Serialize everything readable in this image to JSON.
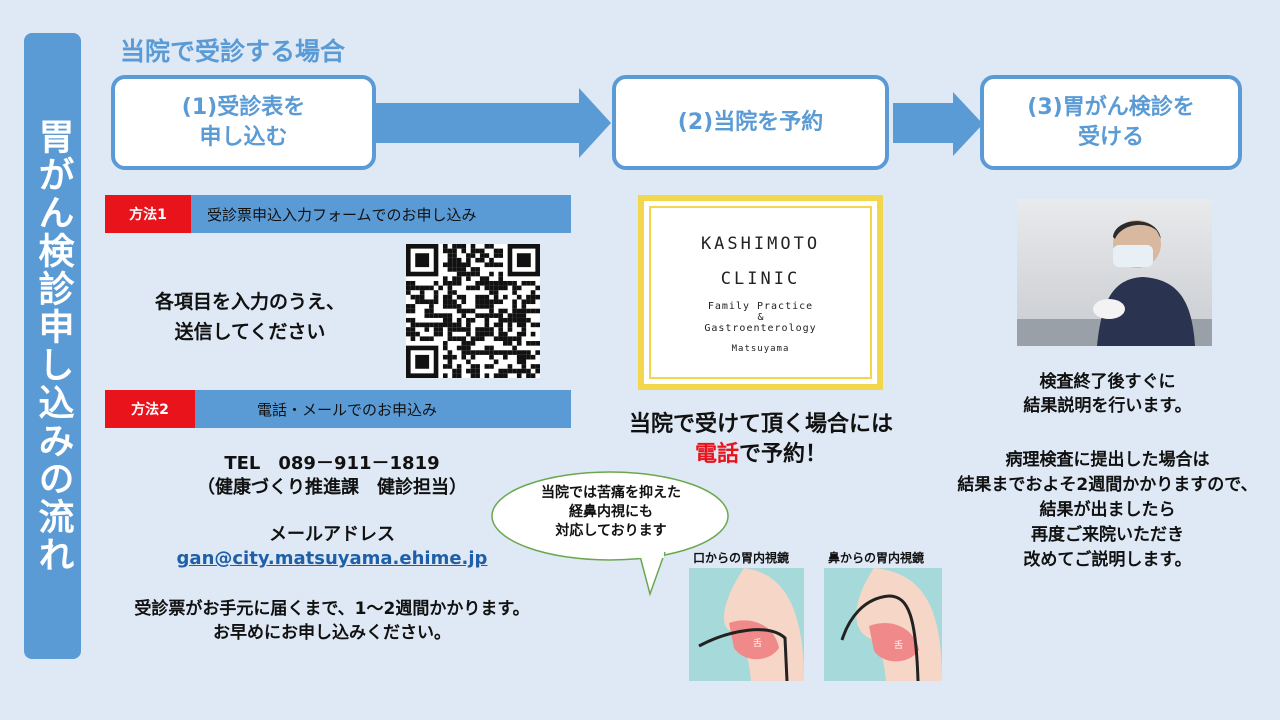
{
  "sidebar_title": "胃がん検診申し込みの流れ",
  "heading": "当院で受診する場合",
  "steps": {
    "s1": [
      "(1)受診表を",
      "申し込む"
    ],
    "s2": "(2)当院を予約",
    "s3": [
      "(3)胃がん検診を",
      "受ける"
    ]
  },
  "method1": {
    "tag": "方法1",
    "title": "受診票申込入力フォームでのお申し込み",
    "text": [
      "各項目を入力のうえ、",
      "送信してください"
    ]
  },
  "method2": {
    "tag": "方法2",
    "title": "電話・メールでのお申込み",
    "tel": "TEL　089－911－1819",
    "tel_dept": "（健康づくり推進課　健診担当）",
    "mail_label": "メールアドレス",
    "email": "gan@city.matsuyama.ehime.jp",
    "note": [
      "受診票がお手元に届くまで、1～2週間かかります。",
      "お早めにお申し込みください。"
    ]
  },
  "clinic_logo": {
    "name": "KASHIMOTO",
    "sub": "CLINIC",
    "line1": "Family Practice",
    "amp": "&",
    "line2": "Gastroenterology",
    "city": "Matsuyama"
  },
  "reserve": {
    "line1": "当院で受けて頂く場合には",
    "phone_word": "電話",
    "line2_rest": "で予約！"
  },
  "bubble": [
    "当院では苦痛を抑えた",
    "経鼻内視にも",
    "対応しております"
  ],
  "endoscope": {
    "mouth_label": "口からの胃内視鏡",
    "nose_label": "鼻からの胃内視鏡",
    "tongue": "舌"
  },
  "result": {
    "p1": [
      "検査終了後すぐに",
      "結果説明を行います。"
    ],
    "p2": [
      "病理検査に提出した場合は",
      "結果までおよそ2週間かかりますので、",
      "結果が出ましたら",
      "再度ご来院いただき",
      "改めてご説明します。"
    ]
  },
  "colors": {
    "accent": "#5b9bd5",
    "tag_red": "#e8131b",
    "background": "#dfe9f5",
    "logo_border": "#f2d64b"
  }
}
